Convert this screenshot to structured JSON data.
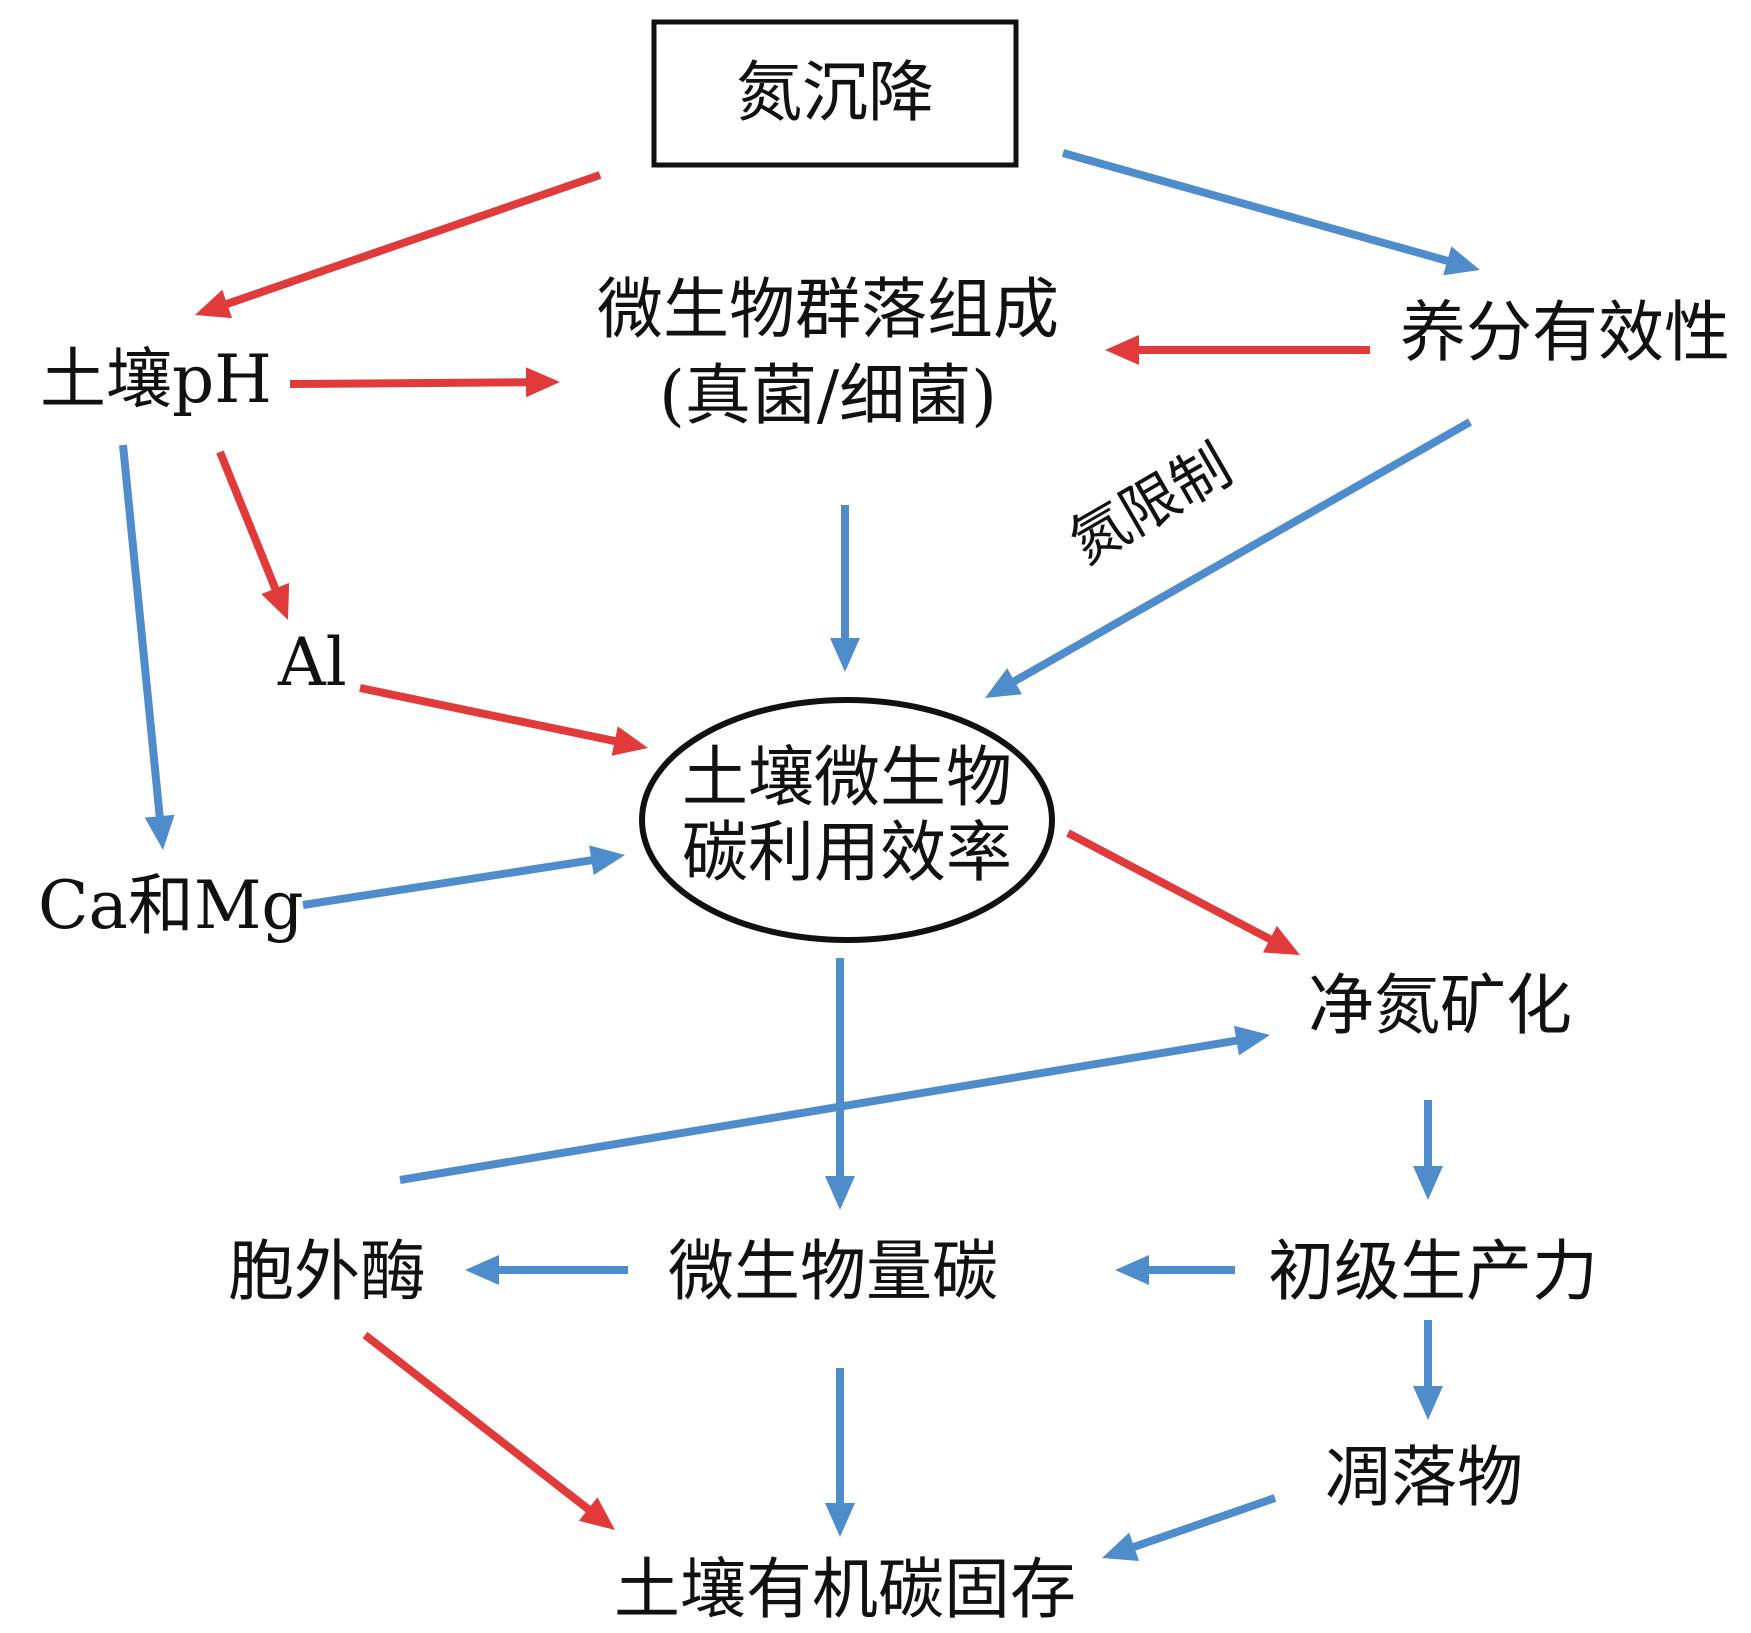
{
  "colors": {
    "increase": "#e03a3a",
    "decrease": "#4f8ccc",
    "text": "#111111",
    "background": "#ffffff"
  },
  "nodes": {
    "nitrogen_deposition": "氮沉降",
    "soil_ph": "土壤pH",
    "community_line1": "微生物群落组成",
    "community_line2": "(真菌/细菌)",
    "nutrient_availability": "养分有效性",
    "nitrogen_limitation": "氮限制",
    "aluminum": "Al",
    "calcium_magnesium": "Ca和Mg",
    "cue_line1": "土壤微生物",
    "cue_line2": "碳利用效率",
    "net_n_mineralization": "净氮矿化",
    "extracellular_enzymes": "胞外酶",
    "microbial_biomass_carbon": "微生物量碳",
    "primary_productivity": "初级生产力",
    "litter": "凋落物",
    "soc_sequestration": "土壤有机碳固存"
  },
  "edges": [
    {
      "from": "nitrogen_deposition",
      "to": "soil_ph",
      "color": "increase"
    },
    {
      "from": "nitrogen_deposition",
      "to": "nutrient_availability",
      "color": "decrease"
    },
    {
      "from": "soil_ph",
      "to": "community",
      "color": "increase"
    },
    {
      "from": "nutrient_availability",
      "to": "community",
      "color": "increase"
    },
    {
      "from": "soil_ph",
      "to": "aluminum",
      "color": "increase"
    },
    {
      "from": "soil_ph",
      "to": "calcium_magnesium",
      "color": "decrease"
    },
    {
      "from": "community",
      "to": "cue",
      "color": "decrease"
    },
    {
      "from": "nutrient_availability",
      "to": "cue",
      "color": "decrease"
    },
    {
      "from": "aluminum",
      "to": "cue",
      "color": "increase"
    },
    {
      "from": "calcium_magnesium",
      "to": "cue",
      "color": "decrease"
    },
    {
      "from": "cue",
      "to": "net_n_mineralization",
      "color": "increase"
    },
    {
      "from": "cue",
      "to": "microbial_biomass_carbon",
      "color": "decrease"
    },
    {
      "from": "extracellular_enzymes",
      "to": "net_n_mineralization",
      "color": "decrease"
    },
    {
      "from": "net_n_mineralization",
      "to": "primary_productivity",
      "color": "decrease"
    },
    {
      "from": "microbial_biomass_carbon",
      "to": "extracellular_enzymes",
      "color": "decrease"
    },
    {
      "from": "primary_productivity",
      "to": "microbial_biomass_carbon",
      "color": "decrease"
    },
    {
      "from": "primary_productivity",
      "to": "litter",
      "color": "decrease"
    },
    {
      "from": "microbial_biomass_carbon",
      "to": "soc_sequestration",
      "color": "decrease"
    },
    {
      "from": "extracellular_enzymes",
      "to": "soc_sequestration",
      "color": "increase"
    },
    {
      "from": "litter",
      "to": "soc_sequestration",
      "color": "decrease"
    }
  ]
}
